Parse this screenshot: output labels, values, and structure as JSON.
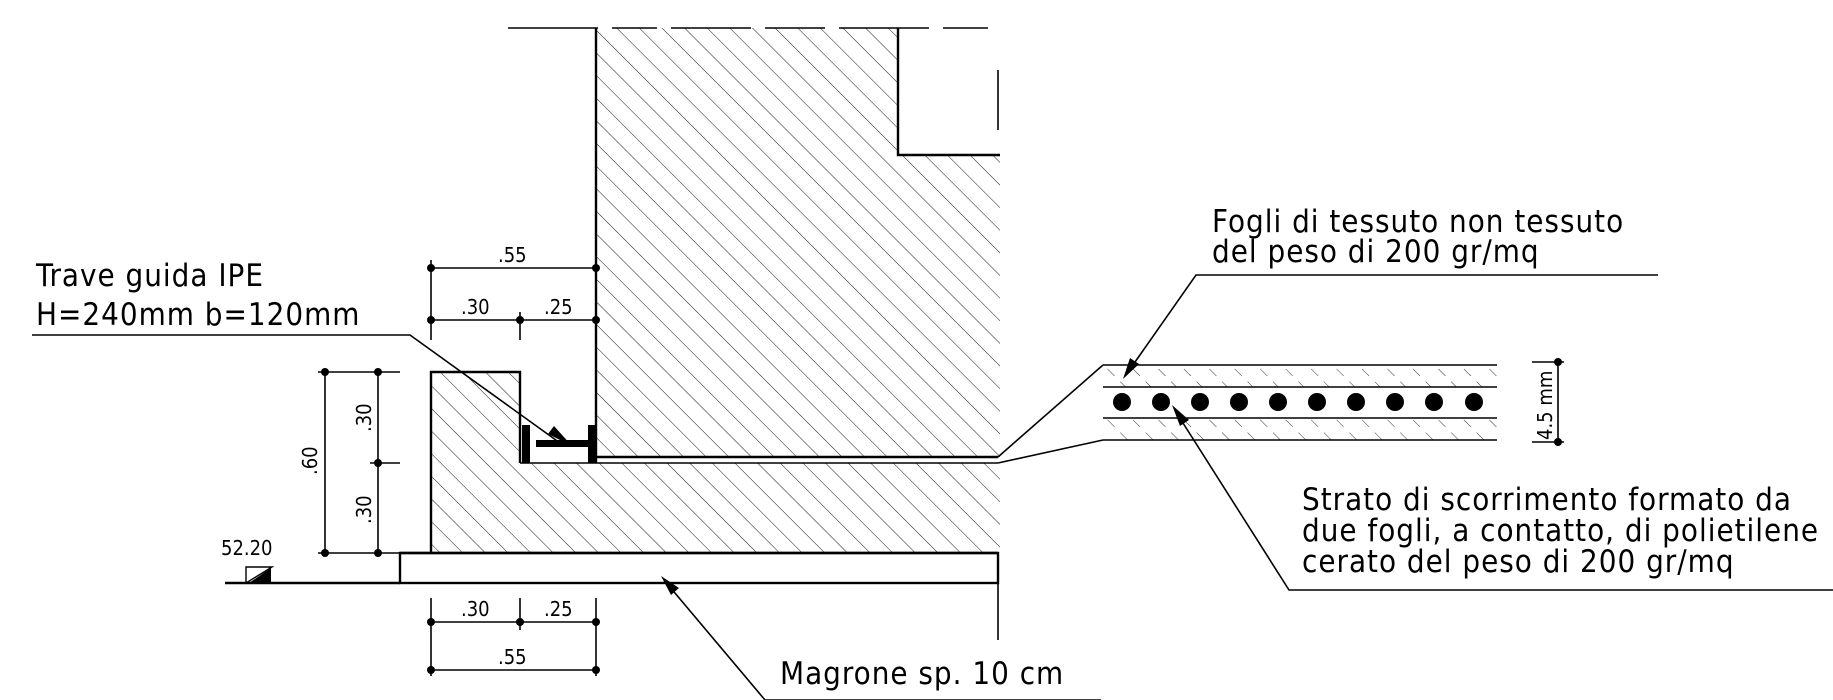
{
  "labels": {
    "trave_line1": "Trave guida IPE",
    "trave_line2": "H=240mm b=120mm",
    "fogli_line1": "Fogli di tessuto non tessuto",
    "fogli_line2": "del peso di 200 gr/mq",
    "strato_line1": "Strato di scorrimento formato da",
    "strato_line2": "due fogli, a contatto, di polietilene",
    "strato_line3": "cerato del peso di 200 gr/mq",
    "magrone": "Magrone sp. 10 cm"
  },
  "dimensions": {
    "top_total": ".55",
    "top_left": ".30",
    "top_right": ".25",
    "bottom_total": ".55",
    "bottom_left": ".30",
    "bottom_right": ".25",
    "vertical_total": ".60",
    "vertical_upper": ".30",
    "vertical_lower": ".30",
    "layer_thickness": "4.5 mm",
    "elevation": "52.20"
  }
}
